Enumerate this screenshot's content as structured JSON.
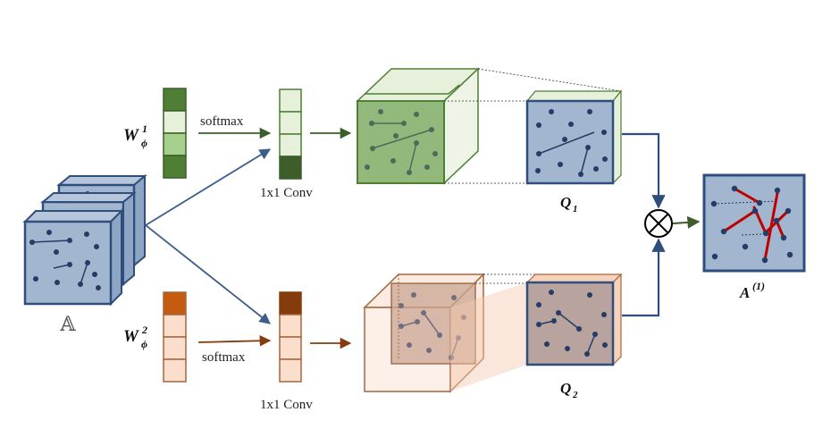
{
  "labels": {
    "input_tensor": "𝔸",
    "w1_base": "W",
    "w1_sup": "1",
    "w1_sub": "ϕ",
    "w2_base": "W",
    "w2_sup": "2",
    "w2_sub": "ϕ",
    "softmax_top": "softmax",
    "softmax_bottom": "softmax",
    "conv_top": "1x1 Conv",
    "conv_bottom": "1x1 Conv",
    "q1_base": "Q",
    "q1_sub": "1",
    "q2_base": "Q",
    "q2_sub": "2",
    "output_base": "A",
    "output_sup": "(1)"
  },
  "symbols": {
    "product_operator": "circle-times-icon"
  },
  "colors": {
    "blue_face": "#a3b6cf",
    "blue_edge": "#2e4f7e",
    "blue_arrow": "#3b5f8a",
    "dot": "#243c66",
    "green_dark": "#4e7f34",
    "green_mid": "#a8d08d",
    "green_light": "#e7f0db",
    "green_face": "#93b87c",
    "green_conv_dark": "#3d5e2a",
    "orange_dark": "#c55a11",
    "orange_light": "#fbdfcc",
    "orange_conv_dark": "#843c0c",
    "orange_face": "#f8e2d2",
    "brown_edge": "#a5673f",
    "q2_face": "#b9a39e",
    "red_edge": "#c00000"
  }
}
